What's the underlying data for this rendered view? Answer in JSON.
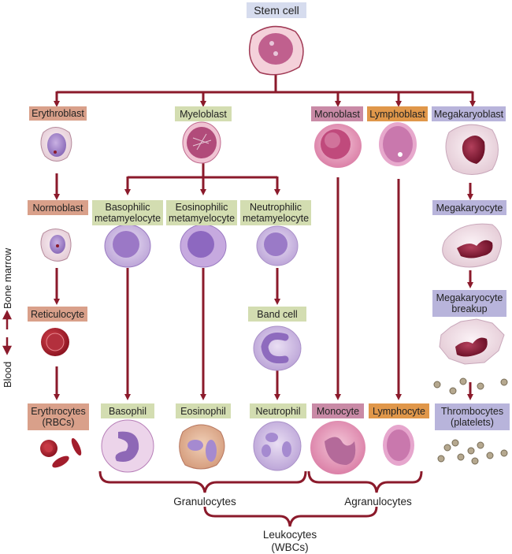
{
  "title_node": "Stem cell",
  "row1": {
    "erythroblast": "Erythroblast",
    "myeloblast": "Myeloblast",
    "monoblast": "Monoblast",
    "lymphoblast": "Lymphoblast",
    "megakaryoblast": "Megakaryoblast"
  },
  "row2": {
    "normoblast": "Normoblast",
    "basophilic_meta": "Basophilic\nmetamyelocyte",
    "eosinophilic_meta": "Eosinophilic\nmetamyelocyte",
    "neutrophilic_meta": "Neutrophilic\nmetamyelocyte",
    "megakaryocyte": "Megakaryocyte"
  },
  "row3": {
    "reticulocyte": "Reticulocyte",
    "band_cell": "Band cell",
    "megakaryocyte_breakup": "Megakaryocyte\nbreakup"
  },
  "row4": {
    "erythrocytes": "Erythrocytes\n(RBCs)",
    "basophil": "Basophil",
    "eosinophil": "Eosinophil",
    "neutrophil": "Neutrophil",
    "monocyte": "Monocyte",
    "lymphocyte": "Lymphocyte",
    "thrombocytes": "Thrombocytes\n(platelets)"
  },
  "groups": {
    "granulocytes": "Granulocytes",
    "agranulocytes": "Agranulocytes",
    "leukocytes": "Leukocytes\n(WBCs)"
  },
  "side_axis": {
    "bone_marrow": "Bone marrow",
    "blood": "Blood"
  },
  "colors": {
    "arrow": "#8b1a2b",
    "erythroid_label": "#d9a08a",
    "granulocyte_label": "#d3ddb1",
    "monocyte_label": "#c98aa6",
    "lymphocyte_label": "#e0974a",
    "megakaryocyte_label": "#b8b4db",
    "stem_label": "#d6dcee"
  }
}
